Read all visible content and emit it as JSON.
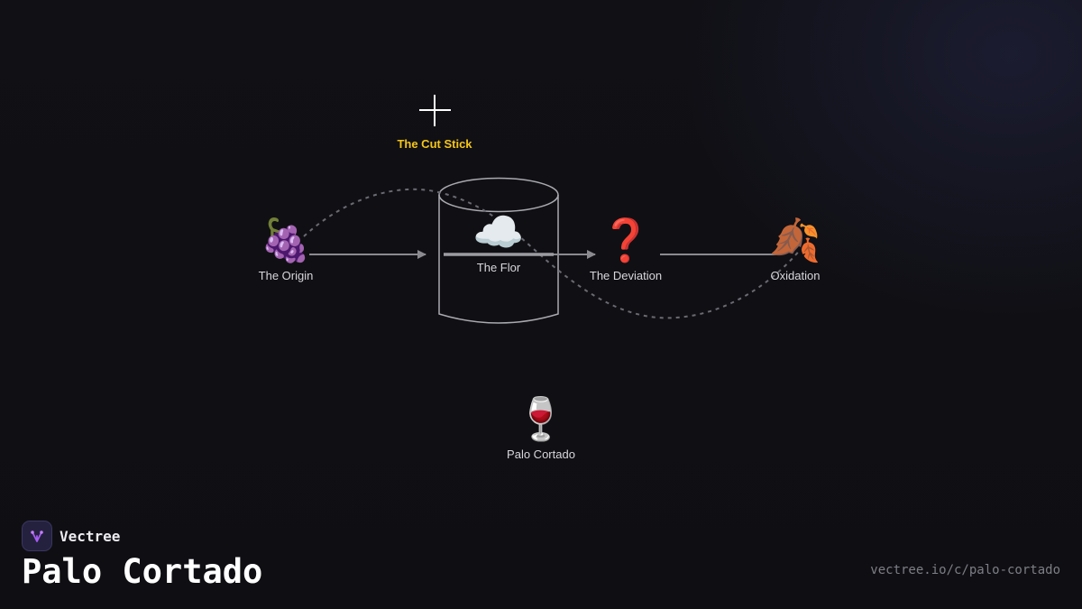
{
  "diagram": {
    "nodes": {
      "cut_stick": {
        "icon": "cross-icon",
        "label": "The Cut Stick"
      },
      "origin": {
        "icon": "grapes-icon",
        "glyph": "🍇",
        "label": "The Origin"
      },
      "flor": {
        "icon": "cloud-icon",
        "glyph": "☁️",
        "label": "The Flor"
      },
      "deviation": {
        "icon": "question-mark-icon",
        "glyph": "❓",
        "label": "The Deviation"
      },
      "oxidation": {
        "icon": "fallen-leaf-icon",
        "glyph": "🍂",
        "label": "Oxidation"
      },
      "palo": {
        "icon": "wine-glass-icon",
        "glyph": "🍷",
        "label": "Palo Cortado"
      }
    },
    "colors": {
      "highlight": "#f5c518",
      "label": "#d8d8dc",
      "arrow": "#8a8a90",
      "background": "#0f0f13"
    }
  },
  "footer": {
    "brand_name": "Vectree",
    "title": "Palo Cortado",
    "url": "vectree.io/c/palo-cortado"
  }
}
